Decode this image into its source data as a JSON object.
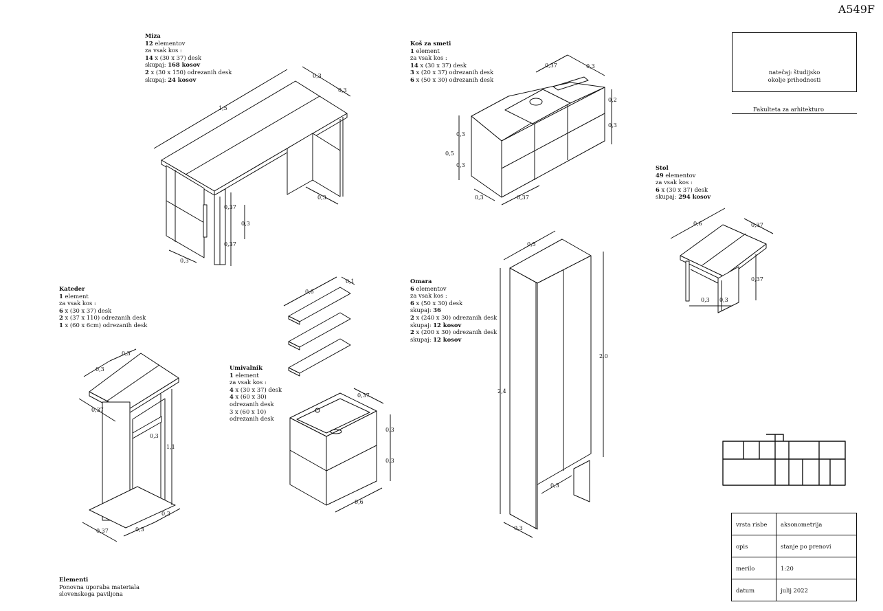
{
  "code": "A549F",
  "title_block": {
    "title_line1": "natečaj: študijsko",
    "title_line2": "okolje prihodnosti",
    "faculty": "Fakulteta za arhitekturo"
  },
  "meta": [
    {
      "label": "vrsta risbe",
      "value": "aksonometrija"
    },
    {
      "label": "opis",
      "value": "stanje po prenovi"
    },
    {
      "label": "merilo",
      "value": "1:20"
    },
    {
      "label": "datum",
      "value": "julij 2022"
    }
  ],
  "footer": {
    "title": "Elementi",
    "line1": "Ponovna uporaba materiala",
    "line2": "slovenskega paviljona"
  },
  "notes": {
    "miza": {
      "title": "Miza",
      "l1n": "12",
      "l1": " elementov",
      "l2": "za vsak kos :",
      "l3n": "14",
      "l3": " x (30 x 37) desk",
      "l4": "skupaj: ",
      "l4b": "168 kosov",
      "l5n": "2",
      "l5": " x (30 x 150) odrezanih desk",
      "l6": "skupaj: ",
      "l6b": "24 kosov"
    },
    "kos": {
      "title": "Koš za smeti",
      "l1n": "1",
      "l1": " element",
      "l2": "za vsak kos :",
      "l3n": "14",
      "l3": " x (30 x 37) desk",
      "l4n": "3",
      "l4": " x (20 x 37) odrezanih desk",
      "l5n": "6",
      "l5": " x (50 x 30) odrezanih desk"
    },
    "stol": {
      "title": "Stol",
      "l1n": "49",
      "l1": " elementov",
      "l2": "za vsak kos :",
      "l3n": "6",
      "l3": " x (30 x 37) desk",
      "l4": "skupaj: ",
      "l4b": "294 kosov"
    },
    "kateder": {
      "title": "Kateder",
      "l1n": "1",
      "l1": " element",
      "l2": "za vsak kos :",
      "l3n": "6",
      "l3": " x (30 x 37) desk",
      "l4n": "2",
      "l4": " x (37 x 110) odrezanih desk",
      "l5n": "1",
      "l5": " x (60 x 6cm) odrezanih desk"
    },
    "umivalnik": {
      "title": "Umivalnik",
      "l1n": "1",
      "l1": " element",
      "l2": "za vsak kos :",
      "l3n": "4",
      "l3": " x (30 x 37) desk",
      "l4n": "4",
      "l4": " x (60 x 30)",
      "l5": "odrezanih desk",
      "l6": "3 x (60 x 10)",
      "l7": "odrezanih desk"
    },
    "omara": {
      "title": "Omara",
      "l1n": "6",
      "l1": " elementov",
      "l2": "za vsak kos :",
      "l3n": "6",
      "l3": " x (50 x 30) desk",
      "l4": "skupaj: ",
      "l4b": "36",
      "l5n": "2",
      "l5": " x (240 x 30) odrezanih desk",
      "l6": "skupaj: ",
      "l6b": "12 kosov",
      "l7n": "2",
      "l7": " x (200 x 30) odrezanih desk",
      "l8": "skupaj: ",
      "l8b": "12 kosov"
    }
  },
  "dims": {
    "miza_len": "1,5",
    "miza_w1": "0,3",
    "miza_w2": "0,3",
    "miza_leg": "0,3",
    "miza_foot": "0,3",
    "miza_h1": "0,37",
    "miza_h2": "0,3",
    "miza_h3": "0,37",
    "kos_top1": "0,37",
    "kos_top2": "0,3",
    "kos_r1": "0,2",
    "kos_r2": "0,3",
    "kos_l1": "0,3",
    "kos_l2": "0,5",
    "kos_l3": "0,3",
    "kos_b1": "0,3",
    "kos_b2": "0,37",
    "stol_len": "0,6",
    "stol_w": "0,37",
    "stol_h": "0,37",
    "stol_f1": "0,3",
    "stol_f2": "0,3",
    "kat_t1": "0,3",
    "kat_t2": "0,3",
    "kat_side": "0,37",
    "kat_mid": "0,3",
    "kat_h": "1,1",
    "kat_b1": "0,37",
    "kat_b2": "0,3",
    "kat_b3": "0,3",
    "shelf_len": "0,6",
    "shelf_t": "0,1",
    "umi_top": "0,37",
    "umi_h1": "0,3",
    "umi_h2": "0,3",
    "umi_b": "0,6",
    "om_top": "0,5",
    "om_h": "2,4",
    "om_r": "2,0",
    "om_leg": "0,3",
    "om_foot": "0,3"
  }
}
